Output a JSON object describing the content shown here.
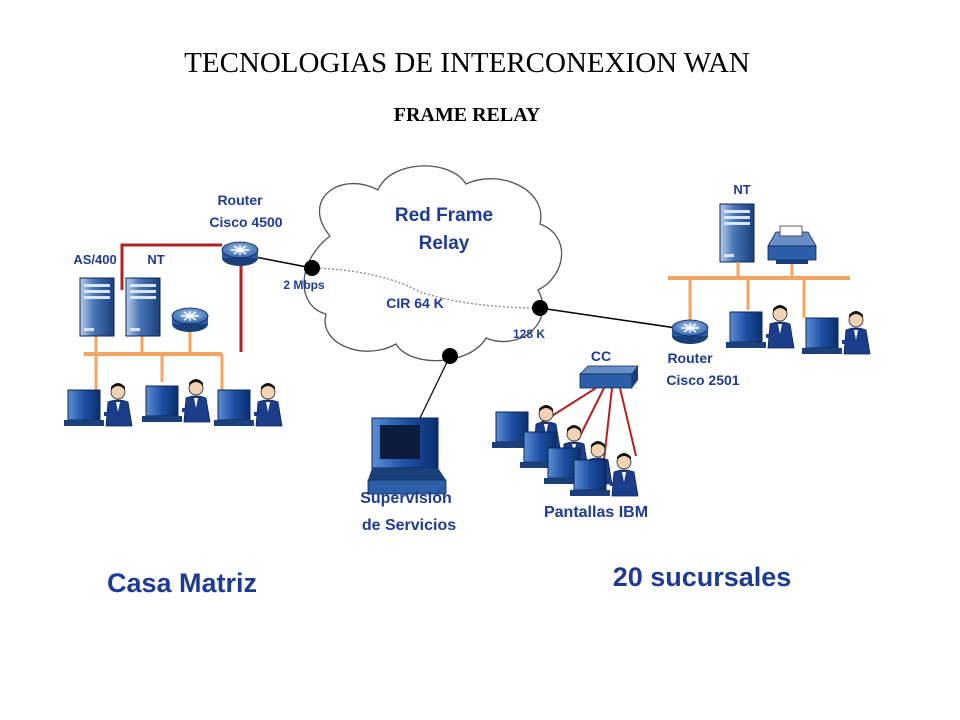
{
  "title": "TECNOLOGIAS DE INTERCONEXION WAN",
  "subtitle": "FRAME RELAY",
  "cloud": {
    "line1": "Red Frame",
    "line2": "Relay",
    "cir": "CIR 64 K"
  },
  "links": {
    "left_speed": "2 Mbps",
    "right_speed": "128 K"
  },
  "hq": {
    "router_line1": "Router",
    "router_line2": "Cisco 4500",
    "server1": "AS/400",
    "server2": "NT",
    "caption": "Casa Matriz"
  },
  "branch": {
    "server": "NT",
    "router_line1": "Router",
    "router_line2": "Cisco 2501",
    "controller": "CC",
    "terminals": "Pantallas IBM",
    "caption": "20 sucursales"
  },
  "supervision": {
    "line1": "Supervisión",
    "line2": "de Servicios"
  },
  "colors": {
    "text": "#000000",
    "caption": "#1f3a93",
    "lan_bus": "#f4a460",
    "link_red": "#b22222",
    "device_blue": "#2b6cb0",
    "cloud_stroke": "#555555"
  },
  "icons": [
    "router-icon",
    "server-icon",
    "workstation-icon",
    "printer-icon",
    "monitor-icon",
    "controller-icon"
  ]
}
